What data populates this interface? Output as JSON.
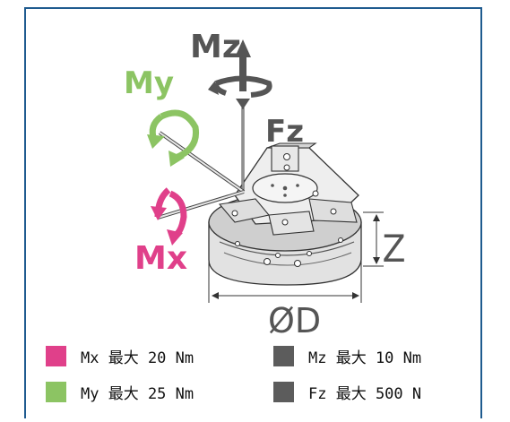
{
  "labels": {
    "mz": "Mz",
    "my": "My",
    "mx": "Mx",
    "fz": "Fz",
    "z": "Z",
    "diameter": "ØD"
  },
  "legend": [
    {
      "text": "Mx 最大 20 Nm",
      "color": "#e0408a"
    },
    {
      "text": "My 最大 25 Nm",
      "color": "#8cc463"
    },
    {
      "text": "Mz 最大 10 Nm",
      "color": "#5c5c5c"
    },
    {
      "text": "Fz 最大 500 N",
      "color": "#5c5c5c"
    }
  ],
  "colors": {
    "frame": "#1f5b8f",
    "mx": "#e0408a",
    "my": "#8cc463",
    "gray": "#555555"
  }
}
